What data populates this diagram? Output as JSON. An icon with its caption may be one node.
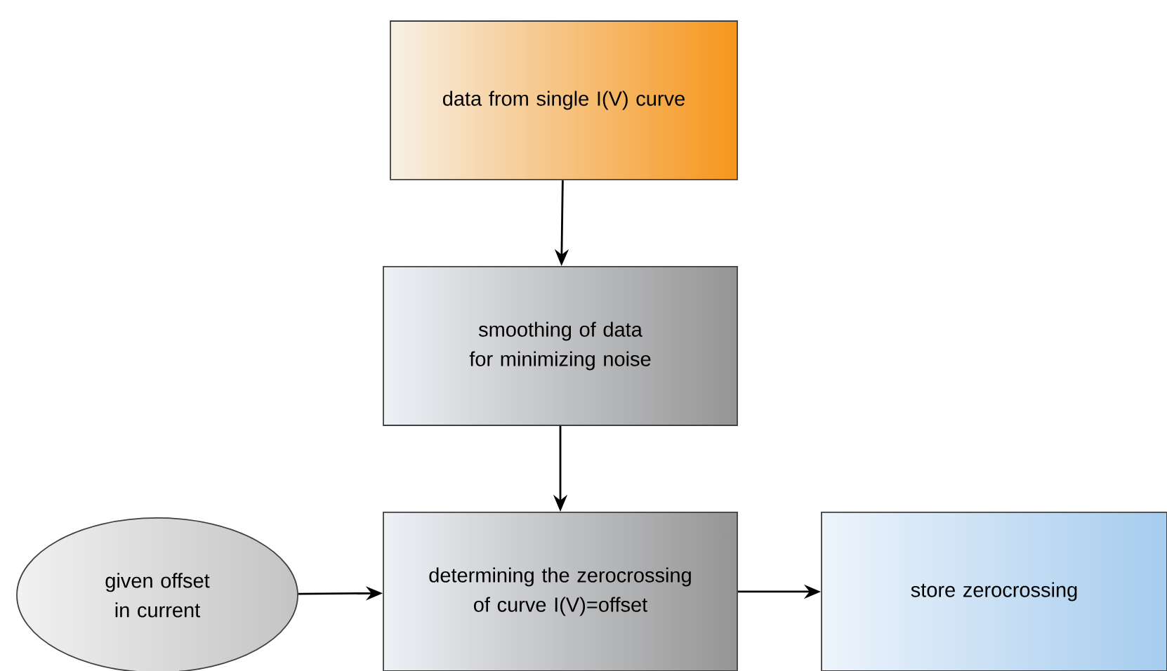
{
  "diagram": {
    "nodes": [
      {
        "text": [
          "data from single I(V) curve"
        ]
      },
      {
        "text": [
          "smoothing of data for minimizing noise"
        ]
      },
      {
        "text": [
          "given offset in current"
        ]
      },
      {
        "text": [
          "determining the zerocrossing of curve I(V)=offset"
        ]
      },
      {
        "text": [
          "store zerocrossing"
        ]
      }
    ],
    "edges": [
      {
        "from": 0,
        "to": 1,
        "arrow": "to"
      },
      {
        "from": 1,
        "to": 3,
        "arrow": "to"
      },
      {
        "from": 2,
        "to": 3,
        "arrow": "to"
      },
      {
        "from": 3,
        "to": 4,
        "arrow": "to"
      }
    ]
  }
}
